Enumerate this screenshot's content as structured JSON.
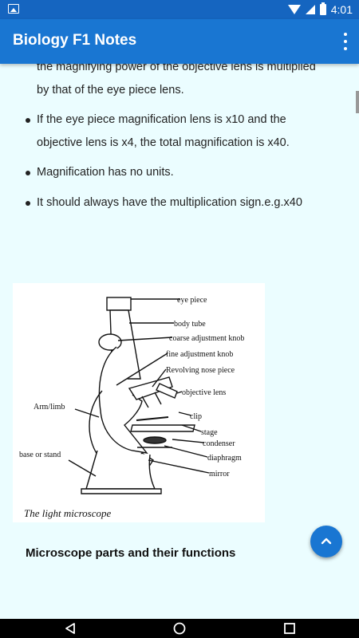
{
  "status": {
    "time": "4:01"
  },
  "appbar": {
    "title": "Biology F1 Notes"
  },
  "content": {
    "partial_lines": [
      "the magnifying power of the objective lens is multiplied",
      "by that of the eye piece lens."
    ],
    "bullets": [
      [
        "If the eye piece magnification lens is x10 and the",
        "objective lens is x4, the total magnification is x40."
      ],
      [
        "Magnification has no units."
      ],
      [
        "It should always have the multiplication sign.e.g.x40"
      ]
    ],
    "figure": {
      "labels": {
        "eye_piece": "eye piece",
        "body_tube": "body tube",
        "coarse": "coarse adjustment knob",
        "fine": "fine adjustment knob",
        "nose": "Revolving nose piece",
        "objective": "objective lens",
        "arm": "Arm/limb",
        "clip": "clip",
        "stage": "stage",
        "condenser": "condenser",
        "diaphragm": "diaphragm",
        "base": "base or stand",
        "mirror": "mirror"
      },
      "caption": "The light microscope"
    },
    "section_title": "Microscope parts and their functions"
  },
  "colors": {
    "statusbar": "#1565c0",
    "appbar": "#1976d2",
    "content_bg": "#ebfdff",
    "fab": "#1976d2"
  },
  "icons": [
    "image-icon",
    "wifi-icon",
    "no-signal-icon",
    "battery-icon",
    "overflow-menu-icon",
    "arrow-up-icon",
    "back-icon",
    "home-icon",
    "recents-icon"
  ]
}
